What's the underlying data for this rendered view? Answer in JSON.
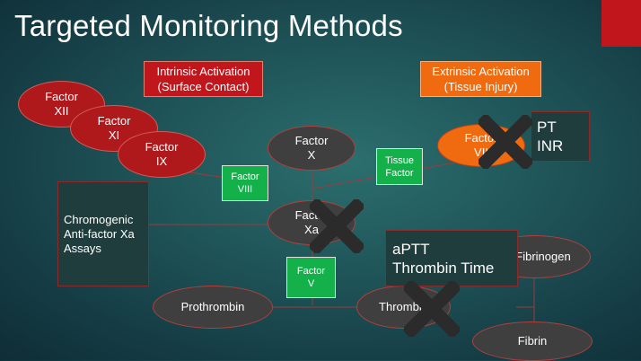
{
  "slide": {
    "title": "Targeted Monitoring Methods",
    "colors": {
      "red": "#c0161c",
      "orange": "#f06a10",
      "green": "#14b04a",
      "dark": "#3f3f3f"
    }
  },
  "labels": {
    "intrinsic": "Intrinsic Activation\n(Surface Contact)",
    "extrinsic": "Extrinsic Activation\n(Tissue Injury)"
  },
  "factors": {
    "xii": "Factor\nXII",
    "xi": "Factor\nXI",
    "ix": "Factor\nIX",
    "x": "Factor\nX",
    "vii": "Factor\nVII",
    "xa": "Factor\nXa",
    "viii": "Factor\nVIII",
    "tissue_factor": "Tissue\nFactor",
    "v": "Factor\nV",
    "prothrombin": "Prothrombin",
    "thrombin": "Thrombin",
    "fibrinogen": "Fibrinogen",
    "fibrin": "Fibrin"
  },
  "tests": {
    "chromogenic": "Chromogenic\nAnti-factor Xa\nAssays",
    "pt_inr": "PT\nINR",
    "aptt": "aPTT\nThrombin Time"
  },
  "icons": {
    "cross": "x-mark-icon"
  }
}
